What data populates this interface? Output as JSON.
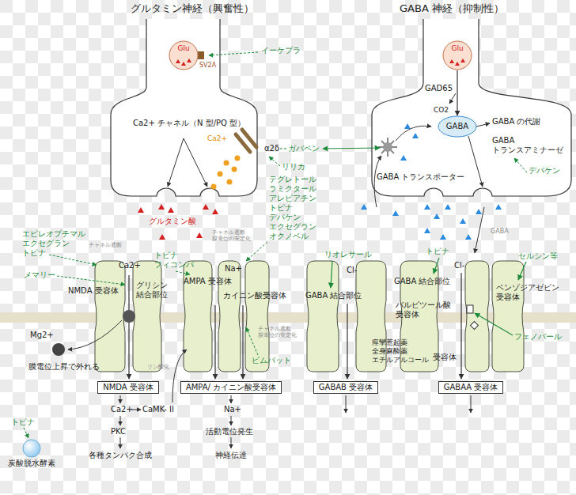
{
  "diagram": {
    "nodes": [
      {
        "text": [
          "Glu"
        ]
      },
      {
        "text": [
          "Glu"
        ]
      },
      {
        "text": [
          "GABA"
        ]
      },
      {
        "text": [
          "NMDA 受容体"
        ]
      },
      {
        "text": [
          "AMPA/ カイニン酸受容体"
        ]
      },
      {
        "text": [
          "GABAB 受容体"
        ]
      },
      {
        "text": [
          "GABAA 受容体"
        ]
      },
      {
        "text": [
          "炭酸脱水酵素"
        ]
      }
    ],
    "edges": [
      {
        "from": 1,
        "to": 2,
        "arrow": "to",
        "label": "GAD65"
      }
    ],
    "labels": [
      "グルタミン神経（興奮性）",
      "GABA 神経（抑制性）",
      "SV2A",
      "イーケプラ",
      "Ca2+ チャネル（N 型/PQ 型）",
      "Ca2+",
      "α2δ",
      "ガバペン",
      "リリカ",
      "グルタミン酸",
      "テグレトール ラミクタール アレビアチン トピナ デパケン エクセグラン オクノベル",
      "チャネル遮断 膜電位の安定化",
      "エピレオプチマル エクセグラン トピナ",
      "チャネル遮断",
      "メマリー",
      "Ca2+",
      "NMDA 受容体",
      "グリシン 結合部位",
      "トピナ フィコンパ",
      "AMPA 受容体",
      "Na+",
      "カイニン酸受容体",
      "Mg2+",
      "膜電位上昇で外れる",
      "リン酸化",
      "チャネル遮断 膜電位の安定化",
      "ビムパット",
      "Ca2+",
      "CaMK- II",
      "PKC",
      "各種タンパク合成",
      "Na+",
      "活動電位発生",
      "神経伝達",
      "トピナ",
      "CO2",
      "GABA の代謝",
      "GABA トランスアミナーゼ",
      "デパケン",
      "GABA トランスポーター",
      "GABA",
      "リオレサール",
      "トピナ",
      "Cl-",
      "セルシン等",
      "Cl-",
      "GABA 結合部位",
      "GABA 結合部位",
      "ベンゾジアゼピン 受容体",
      "バルビツール酸 受容体",
      "フェノバール",
      "痙攣惹起薬 全身麻酔薬 エチルアルコール",
      "受容体"
    ]
  }
}
